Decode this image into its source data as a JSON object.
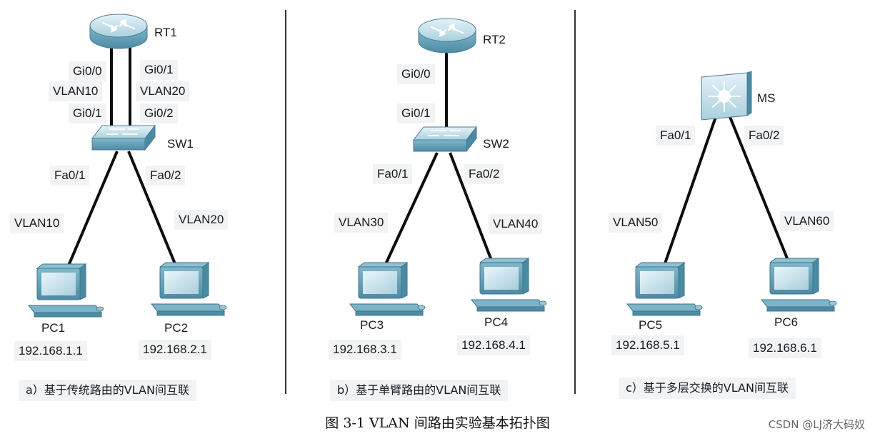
{
  "panels": [
    {
      "id": "a",
      "router": "RT1",
      "switch": "SW1",
      "trunk_labels": [
        "Gi0/0",
        "VLAN10",
        "Gi0/1",
        "Gi0/1",
        "VLAN20",
        "Gi0/2"
      ],
      "access_ports": [
        "Fa0/1",
        "Fa0/2"
      ],
      "vlans": [
        "VLAN10",
        "VLAN20"
      ],
      "pcs": [
        "PC1",
        "PC2"
      ],
      "ips": [
        "192.168.1.1",
        "192.168.2.1"
      ],
      "caption": "a）基于传统路由的VLAN间互联"
    },
    {
      "id": "b",
      "router": "RT2",
      "switch": "SW2",
      "trunk_labels": [
        "Gi0/0",
        "Gi0/1"
      ],
      "access_ports": [
        "Fa0/1",
        "Fa0/2"
      ],
      "vlans": [
        "VLAN30",
        "VLAN40"
      ],
      "pcs": [
        "PC3",
        "PC4"
      ],
      "ips": [
        "192.168.3.1",
        "192.168.4.1"
      ],
      "caption": "b）基于单臂路由的VLAN间互联"
    },
    {
      "id": "c",
      "multilayer_switch": "MS",
      "access_ports": [
        "Fa0/1",
        "Fa0/2"
      ],
      "vlans": [
        "VLAN50",
        "VLAN60"
      ],
      "pcs": [
        "PC5",
        "PC6"
      ],
      "ips": [
        "192.168.5.1",
        "192.168.6.1"
      ],
      "caption": "c）基于多层交换的VLAN间互联"
    }
  ],
  "figure_caption": "图 3-1 VLAN 间路由实验基本拓扑图",
  "watermark": "CSDN @LJ济大码奴",
  "icons": [
    "router-icon",
    "switch-icon",
    "multilayer-switch-icon",
    "pc-icon"
  ],
  "colors": {
    "device_top": "#bcdde9",
    "device_side": "#5f9fb8",
    "link": "#0d0d0d",
    "label_bg": "#f2f3f5"
  }
}
